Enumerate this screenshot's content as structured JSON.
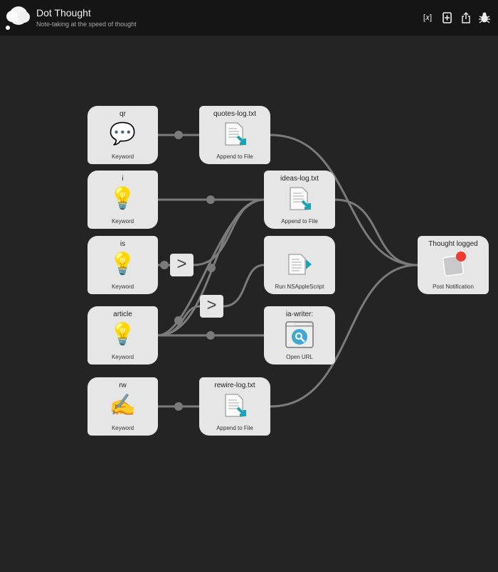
{
  "header": {
    "title": "Dot Thought",
    "subtitle": "Note-taking at the speed of thought"
  },
  "toolbar": [
    {
      "icon": "variables-icon"
    },
    {
      "icon": "add-object-icon"
    },
    {
      "icon": "share-icon"
    },
    {
      "icon": "debug-icon"
    }
  ],
  "nodes": {
    "qr": {
      "title": "qr",
      "type": "Keyword"
    },
    "i": {
      "title": "i",
      "type": "Keyword"
    },
    "is": {
      "title": "is",
      "type": "Keyword"
    },
    "article": {
      "title": "article",
      "type": "Keyword"
    },
    "rw": {
      "title": "rw",
      "type": "Keyword"
    },
    "quotes": {
      "title": "quotes-log.txt",
      "type": "Append to File"
    },
    "ideas": {
      "title": "ideas-log.txt",
      "type": "Append to File"
    },
    "script": {
      "title": "",
      "type": "Run NSAppleScript"
    },
    "iawriter": {
      "title": "ia-writer:",
      "type": "Open URL"
    },
    "rewire": {
      "title": "rewire-log.txt",
      "type": "Append to File"
    },
    "notify": {
      "title": "Thought logged",
      "type": "Post Notification"
    }
  },
  "filter_glyph": ">"
}
